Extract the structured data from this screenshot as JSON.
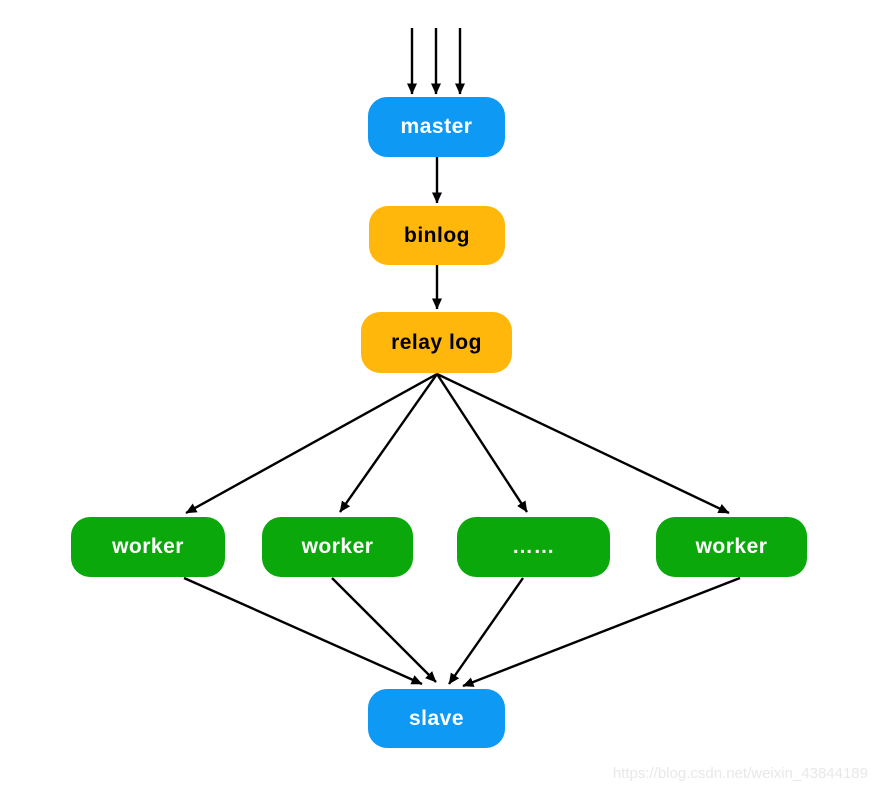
{
  "diagram": {
    "watermark": "https://blog.csdn.net/weixin_43844189",
    "colors": {
      "background": "#FFFFFF",
      "blue": "#0E9AF4",
      "orange": "#FFB70C",
      "green": "#0BA80B",
      "arrow": "#000000",
      "watermark_text": "#E8E8E8"
    },
    "nodes": [
      {
        "id": "master",
        "label": "master",
        "color": "blue"
      },
      {
        "id": "binlog",
        "label": "binlog",
        "color": "orange"
      },
      {
        "id": "relay-log",
        "label": "relay log",
        "color": "orange"
      },
      {
        "id": "worker-1",
        "label": "worker",
        "color": "green"
      },
      {
        "id": "worker-2",
        "label": "worker",
        "color": "green"
      },
      {
        "id": "worker-ellipsis",
        "label": "……",
        "color": "green"
      },
      {
        "id": "worker-4",
        "label": "worker",
        "color": "green"
      },
      {
        "id": "slave",
        "label": "slave",
        "color": "blue"
      }
    ],
    "edges": [
      {
        "from": "external-input-1",
        "to": "master"
      },
      {
        "from": "external-input-2",
        "to": "master"
      },
      {
        "from": "external-input-3",
        "to": "master"
      },
      {
        "from": "master",
        "to": "binlog"
      },
      {
        "from": "binlog",
        "to": "relay-log"
      },
      {
        "from": "relay-log",
        "to": "worker-1"
      },
      {
        "from": "relay-log",
        "to": "worker-2"
      },
      {
        "from": "relay-log",
        "to": "worker-ellipsis"
      },
      {
        "from": "relay-log",
        "to": "worker-4"
      },
      {
        "from": "worker-1",
        "to": "slave"
      },
      {
        "from": "worker-2",
        "to": "slave"
      },
      {
        "from": "worker-ellipsis",
        "to": "slave"
      },
      {
        "from": "worker-4",
        "to": "slave"
      }
    ]
  }
}
